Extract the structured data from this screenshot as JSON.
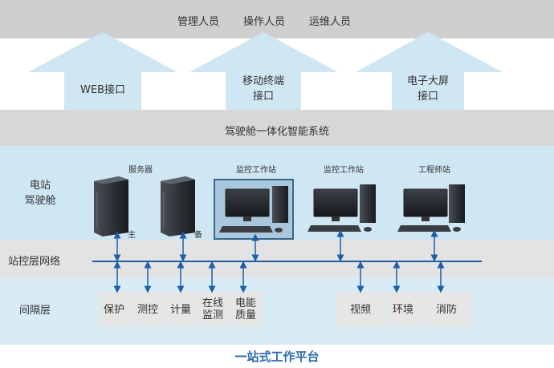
{
  "top_band": {
    "roles": [
      "管理人员",
      "操作人员",
      "运维人员"
    ]
  },
  "interfaces": [
    {
      "line1": "WEB接口",
      "line2": ""
    },
    {
      "line1": "移动终端",
      "line2": "接口"
    },
    {
      "line1": "电子大屏",
      "line2": "接口"
    }
  ],
  "system_band": {
    "title": "驾驶舱一体化智能系统"
  },
  "station_layer": {
    "label_line1": "电站",
    "label_line2": "驾驶舱",
    "devices": [
      {
        "label": "服务器",
        "tag": "主"
      },
      {
        "label": "",
        "tag": "备"
      },
      {
        "label": "监控工作站"
      },
      {
        "label": "监控工作站"
      },
      {
        "label": "工程师站"
      }
    ]
  },
  "network": {
    "label": "站控层网络"
  },
  "bay_layer": {
    "label": "间隔层",
    "left_group": [
      {
        "line1": "保护",
        "line2": ""
      },
      {
        "line1": "测控",
        "line2": ""
      },
      {
        "line1": "计量",
        "line2": ""
      },
      {
        "line1": "在线",
        "line2": "监测"
      },
      {
        "line1": "电能",
        "line2": "质量"
      }
    ],
    "right_group": [
      {
        "line1": "视频"
      },
      {
        "line1": "环境"
      },
      {
        "line1": "消防"
      }
    ]
  },
  "footer": {
    "title": "一站式工作平台"
  },
  "colors": {
    "top_band": "#cfcfcf",
    "arrow_fill": "#cfe6f3",
    "system_band": "#d7d7d7",
    "station_band": "#cfe6f3",
    "network_band": "#e3e3e3",
    "bay_band": "#d9ecf6",
    "bus_line": "#1f5fa5",
    "footer_text": "#2b6cb0"
  }
}
